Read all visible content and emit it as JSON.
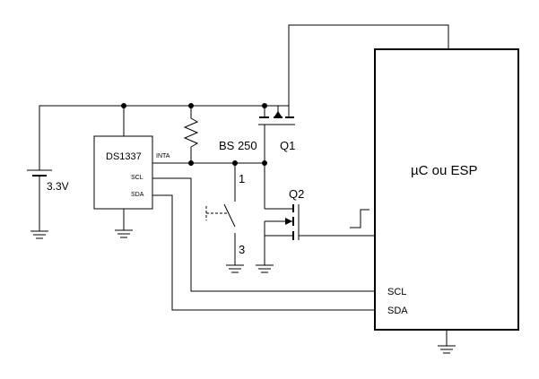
{
  "labels": {
    "battery_voltage": "3.3V",
    "rtc_chip": "DS1337",
    "rtc_inta": "INTA",
    "rtc_scl": "SCL",
    "rtc_sda": "SDA",
    "transistor_part": "BS 250",
    "q1": "Q1",
    "q2": "Q2",
    "switch_pin1": "1",
    "switch_pin3": "3",
    "mcu": "µC ou ESP",
    "mcu_scl": "SCL",
    "mcu_sda": "SDA"
  }
}
